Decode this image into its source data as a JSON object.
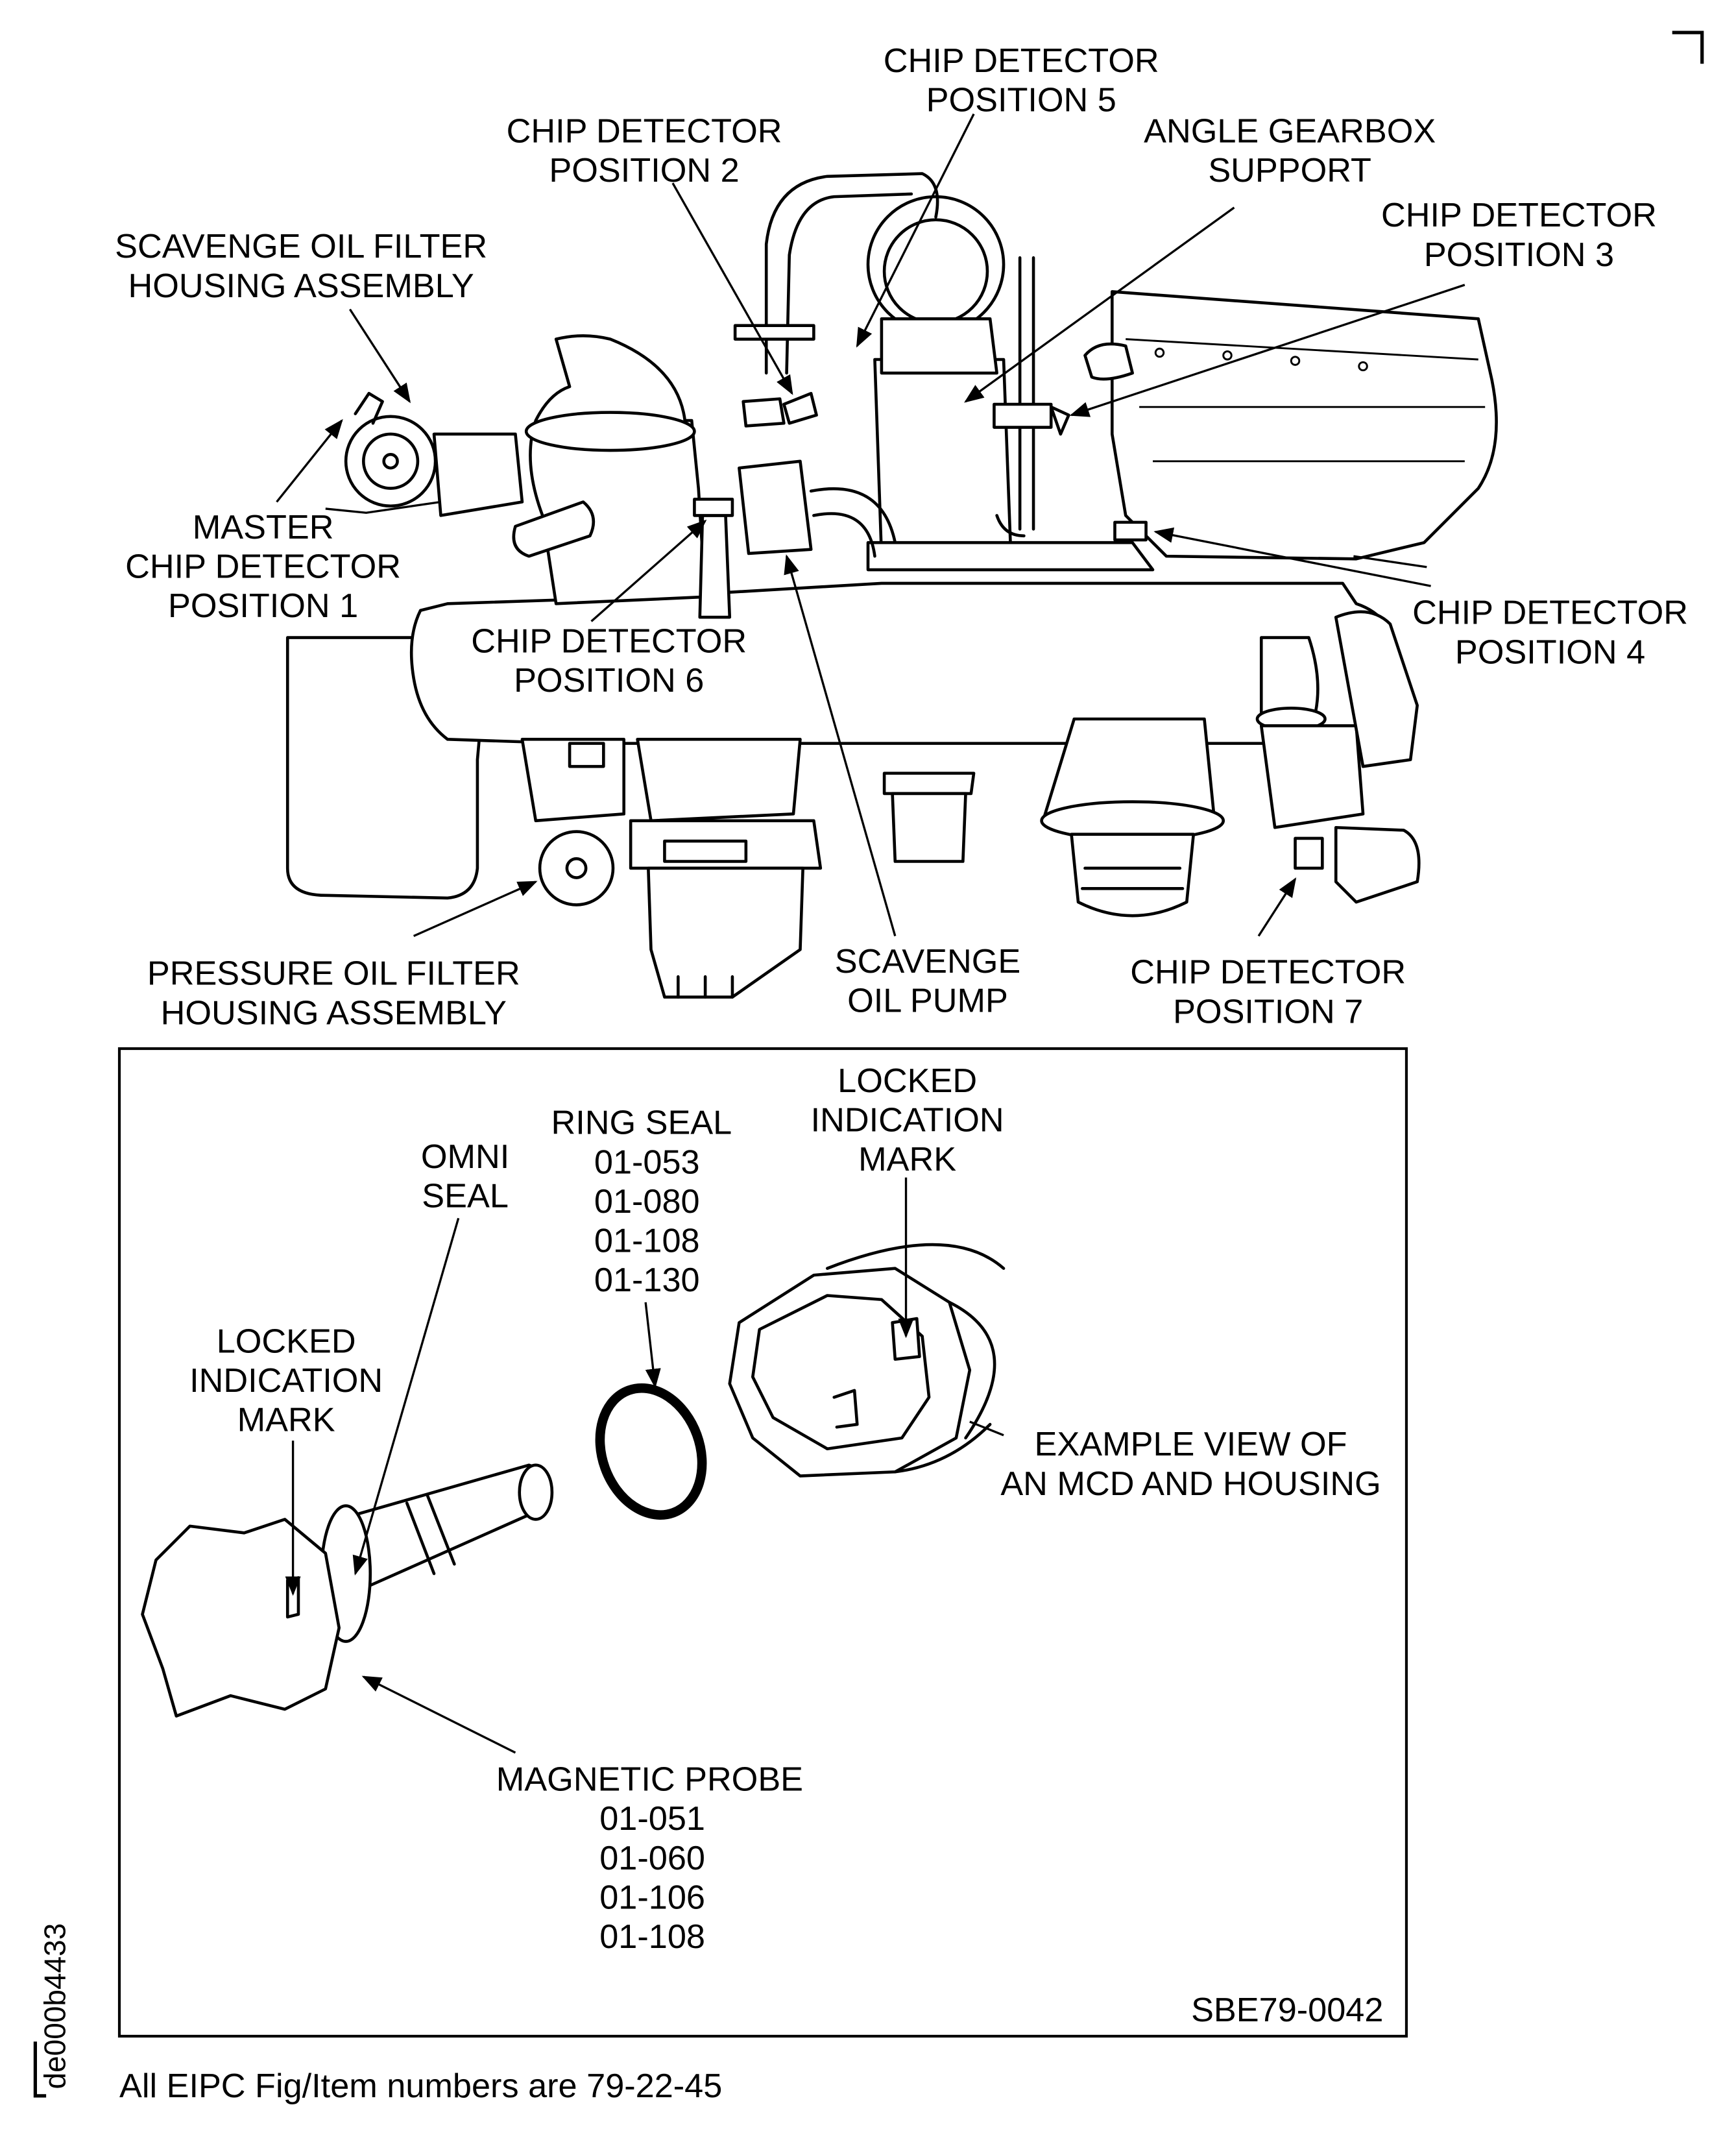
{
  "figure": {
    "labels": {
      "chip5": [
        "CHIP DETECTOR",
        "POSITION 5"
      ],
      "chip2": [
        "CHIP DETECTOR",
        "POSITION 2"
      ],
      "angle_gearbox": [
        "ANGLE GEARBOX",
        "SUPPORT"
      ],
      "chip3": [
        "CHIP DETECTOR",
        "POSITION 3"
      ],
      "scavenge_filter": [
        "SCAVENGE OIL FILTER",
        "HOUSING ASSEMBLY"
      ],
      "master_chip1": [
        "MASTER",
        "CHIP DETECTOR",
        "POSITION 1"
      ],
      "chip6": [
        "CHIP DETECTOR",
        "POSITION 6"
      ],
      "chip4": [
        "CHIP DETECTOR",
        "POSITION 4"
      ],
      "pressure_filter": [
        "PRESSURE OIL FILTER",
        "HOUSING ASSEMBLY"
      ],
      "scavenge_pump": [
        "SCAVENGE",
        "OIL PUMP"
      ],
      "chip7": [
        "CHIP DETECTOR",
        "POSITION 7"
      ]
    },
    "detail": {
      "ring_seal": [
        "RING SEAL",
        "01-053",
        "01-080",
        "01-108",
        "01-130"
      ],
      "locked_mark_housing": [
        "LOCKED",
        "INDICATION",
        "MARK"
      ],
      "omni_seal": [
        "OMNI",
        "SEAL"
      ],
      "locked_mark_probe": [
        "LOCKED",
        "INDICATION",
        "MARK"
      ],
      "example_view": [
        "EXAMPLE VIEW OF",
        "AN MCD AND HOUSING"
      ],
      "magnetic_probe": [
        "MAGNETIC PROBE",
        "01-051",
        "01-060",
        "01-106",
        "01-108"
      ],
      "figure_id": "SBE79-0042"
    },
    "side_code": "de000b4433",
    "footer": "All EIPC Fig/Item numbers are 79-22-45"
  }
}
